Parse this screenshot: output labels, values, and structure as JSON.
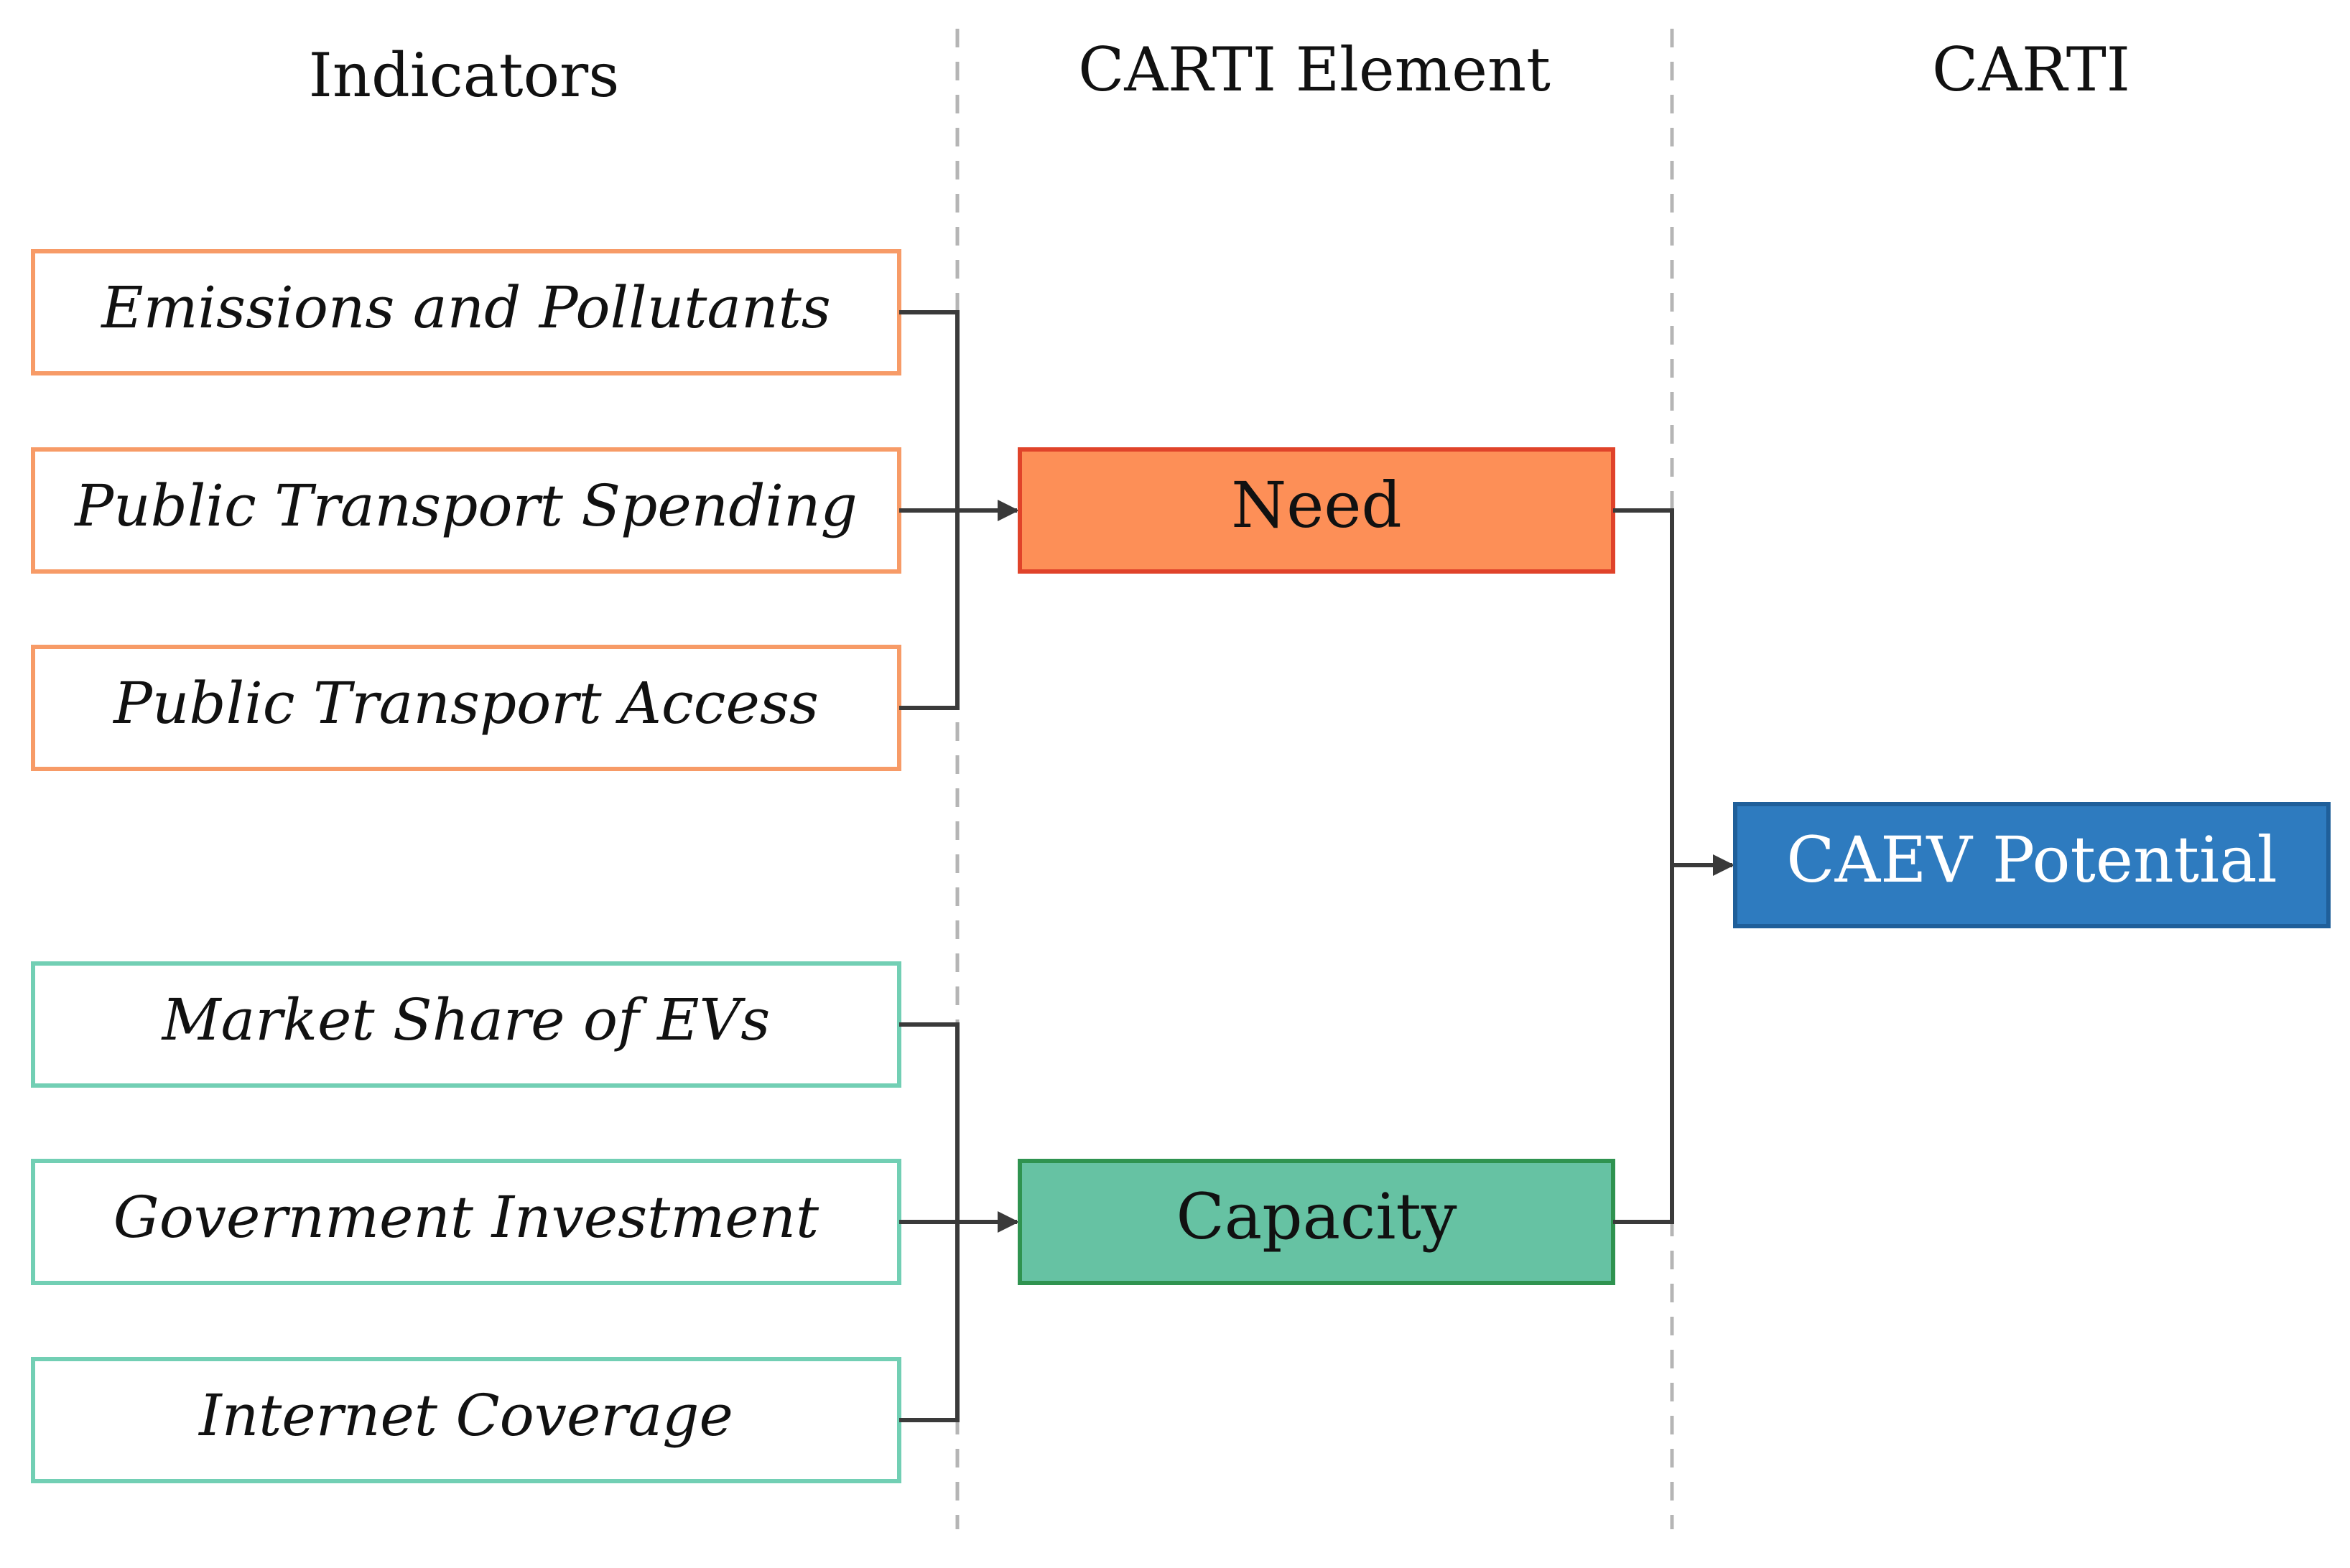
{
  "headers": {
    "indicators": "Indicators",
    "element": "CARTI Element",
    "carti": "CARTI"
  },
  "indicators": {
    "need": [
      "Emissions and Pollutants",
      "Public Transport Spending",
      "Public Transport Access"
    ],
    "capacity": [
      "Market Share of EVs",
      "Government Investment",
      "Internet Coverage"
    ]
  },
  "elements": {
    "need": "Need",
    "capacity": "Capacity"
  },
  "result": "CAEV Potential",
  "colors": {
    "need_border": "#f79b67",
    "need_fill": "#fd8f57",
    "need_stroke": "#e0432a",
    "capacity_border": "#72cfb4",
    "capacity_fill": "#66c2a3",
    "capacity_stroke": "#2f9350",
    "result_fill": "#2e7bbf",
    "result_stroke": "#1f5f9a",
    "connector": "#3a3a3a",
    "divider": "#b5b5b5"
  }
}
